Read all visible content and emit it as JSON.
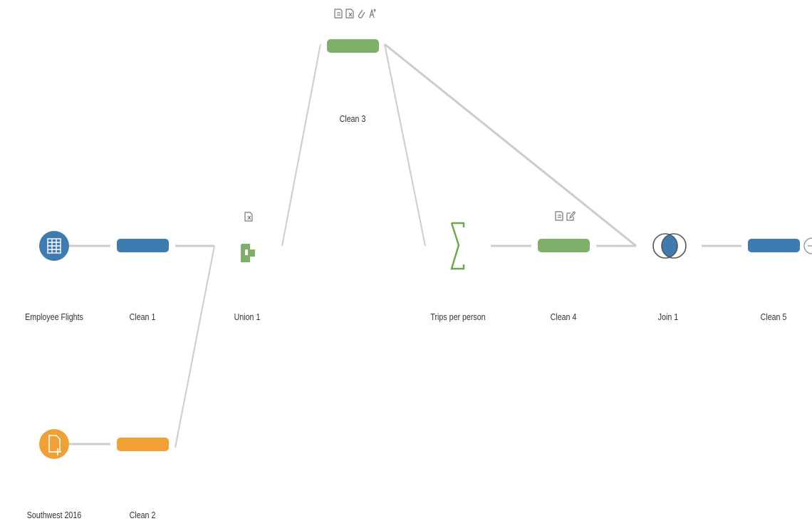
{
  "colors": {
    "input_blue": "#3e7bb0",
    "input_orange": "#f0a035",
    "clean_green": "#7fb069",
    "clean_blue": "#3e7bb0",
    "clean_orange": "#f0a035",
    "aggregate_green": "#6aa84f",
    "line_gray": "#cccccc"
  },
  "flow": {
    "nodes": [
      {
        "id": "employee-flights",
        "label": "Employee Flights",
        "type": "input",
        "icon": "table-icon",
        "color": "blue"
      },
      {
        "id": "southwest-2016",
        "label": "Southwest 2016",
        "type": "input",
        "icon": "file-add-icon",
        "color": "orange"
      },
      {
        "id": "clean-1",
        "label": "Clean 1",
        "type": "clean",
        "color": "blue"
      },
      {
        "id": "clean-2",
        "label": "Clean 2",
        "type": "clean",
        "color": "orange"
      },
      {
        "id": "union-1",
        "label": "Union 1",
        "type": "union",
        "icon": "union-icon",
        "annotations": [
          "remove-field-icon"
        ]
      },
      {
        "id": "clean-3",
        "label": "Clean 3",
        "type": "clean",
        "color": "green",
        "annotations": [
          "filter-icon",
          "remove-field-icon",
          "group-icon",
          "rename-icon"
        ]
      },
      {
        "id": "trips-per-person",
        "label": "Trips per person",
        "type": "aggregate",
        "icon": "sigma-icon"
      },
      {
        "id": "clean-4",
        "label": "Clean 4",
        "type": "clean",
        "color": "green",
        "annotations": [
          "filter-icon",
          "edit-icon"
        ]
      },
      {
        "id": "join-1",
        "label": "Join 1",
        "type": "join",
        "icon": "join-venn-icon"
      },
      {
        "id": "clean-5",
        "label": "Clean 5",
        "type": "clean",
        "color": "blue"
      }
    ],
    "add_step_icon": "plus-circle-icon"
  }
}
